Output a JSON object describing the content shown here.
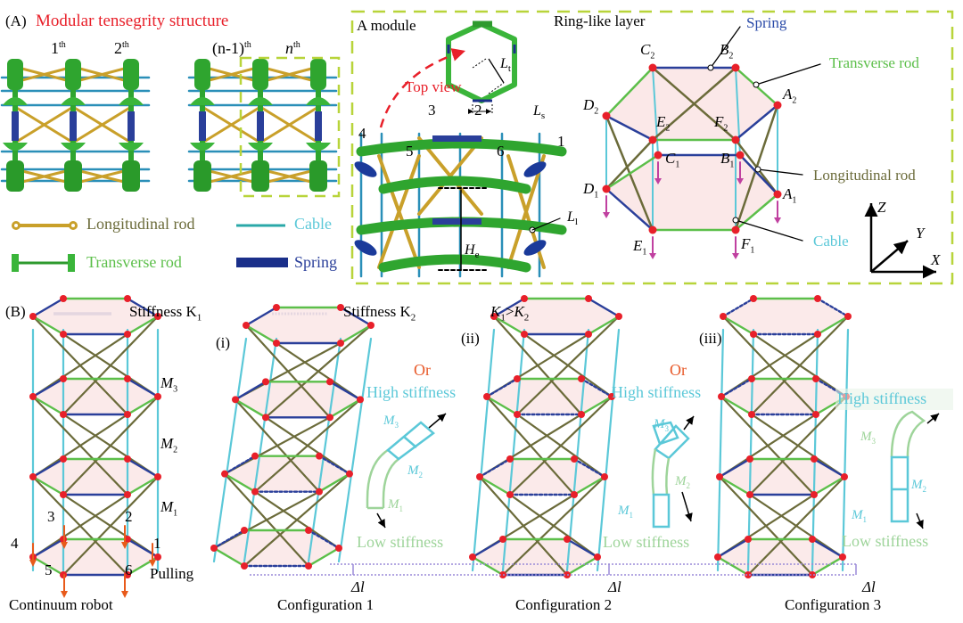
{
  "panel_a": {
    "label": "(A)",
    "title": "Modular tensegrity structure",
    "module_indices": [
      "1",
      "2",
      "(n-1)",
      "n"
    ],
    "module_suffix": "th",
    "legend": [
      {
        "name": "longitudinal-rod",
        "label": "Longitudinal rod",
        "color": "#6b6b3a"
      },
      {
        "name": "cable",
        "label": "Cable",
        "color": "#5bc8d8"
      },
      {
        "name": "transverse-rod",
        "label": "Transverse rod",
        "color": "#5cbf4a"
      },
      {
        "name": "spring",
        "label": "Spring",
        "color": "#2a3f9a"
      }
    ],
    "module_box": {
      "title": "A module",
      "ring_title": "Ring-like layer",
      "top_view": "Top view",
      "dimension_labels": {
        "Lt": "L",
        "Lt_sub": "t",
        "Ls": "L",
        "Ls_sub": "s",
        "Ll": "L",
        "Ll_sub": "l",
        "He": "H",
        "He_sub": "e"
      },
      "node_numbers": [
        "1",
        "2",
        "3",
        "4",
        "5",
        "6"
      ],
      "callouts": {
        "spring": "Spring",
        "transverse_rod": "Transverse rod",
        "longitudinal_rod": "Longitudinal rod",
        "cable": "Cable"
      },
      "nodes_upper": [
        "A",
        "B",
        "C",
        "D",
        "E",
        "F"
      ],
      "upper_sub": "2",
      "lower_sub": "1",
      "axes": [
        "Z",
        "Y",
        "X"
      ]
    }
  },
  "panel_b": {
    "label": "(B)",
    "legend": [
      {
        "style": "solid",
        "label": "Stiffness K",
        "sub": "1"
      },
      {
        "style": "dotted",
        "label": "Stiffness K",
        "sub": "2"
      }
    ],
    "relation": {
      "a": "K",
      "a_sub": "1",
      "op": ">",
      "b": "K",
      "b_sub": "2"
    },
    "robot": {
      "modules": [
        {
          "m": "M",
          "sub": "3"
        },
        {
          "m": "M",
          "sub": "2"
        },
        {
          "m": "M",
          "sub": "1"
        }
      ],
      "nodes": [
        "1",
        "2",
        "3",
        "4",
        "5",
        "6"
      ],
      "pulling": "Pulling",
      "caption": "Continuum robot"
    },
    "configs": [
      {
        "roman": "(i)",
        "caption": "Configuration 1",
        "delta": "Δl",
        "or": "Or",
        "high": "High stiffness",
        "low": "Low stiffness",
        "m3": "M",
        "m3s": "3",
        "m2": "M",
        "m2s": "2",
        "m1": "M",
        "m1s": "1"
      },
      {
        "roman": "(ii)",
        "caption": "Configuration 2",
        "delta": "Δl",
        "or": "Or",
        "high": "High stiffness",
        "low": "Low stiffness",
        "m3": "M",
        "m3s": "3",
        "m2": "M",
        "m2s": "2",
        "m1": "M",
        "m1s": "1"
      },
      {
        "roman": "(iii)",
        "caption": "Configuration 3",
        "delta": "Δl",
        "high": "High stiffness",
        "low": "Low stiffness",
        "m3": "M",
        "m3s": "3",
        "m2": "M",
        "m2s": "2",
        "m1": "M",
        "m1s": "1"
      }
    ]
  },
  "colors": {
    "title_red": "#e8202a",
    "cable": "#5bc8d8",
    "cable_dark": "#2a8fb8",
    "long_rod": "#6b6b3a",
    "long_rod_gold": "#c9a02a",
    "trans_rod": "#5cbf4a",
    "trans_green_dark": "#2e9a2e",
    "spring": "#2a3f9a",
    "node": "#e8202a",
    "fill": "#fbe8e8",
    "box_dash": "#b8d43a",
    "pull_arrow": "#e85a1a",
    "magenta_arrow": "#c040a0",
    "high_cyan": "#5bc8d8",
    "low_green": "#9ed49a",
    "or_orange": "#e85a2a",
    "callout_long": "#6b6b3a",
    "callout_cable": "#5bc8d8",
    "callout_spring": "#2a4aa8",
    "callout_trans": "#5cbf4a"
  }
}
